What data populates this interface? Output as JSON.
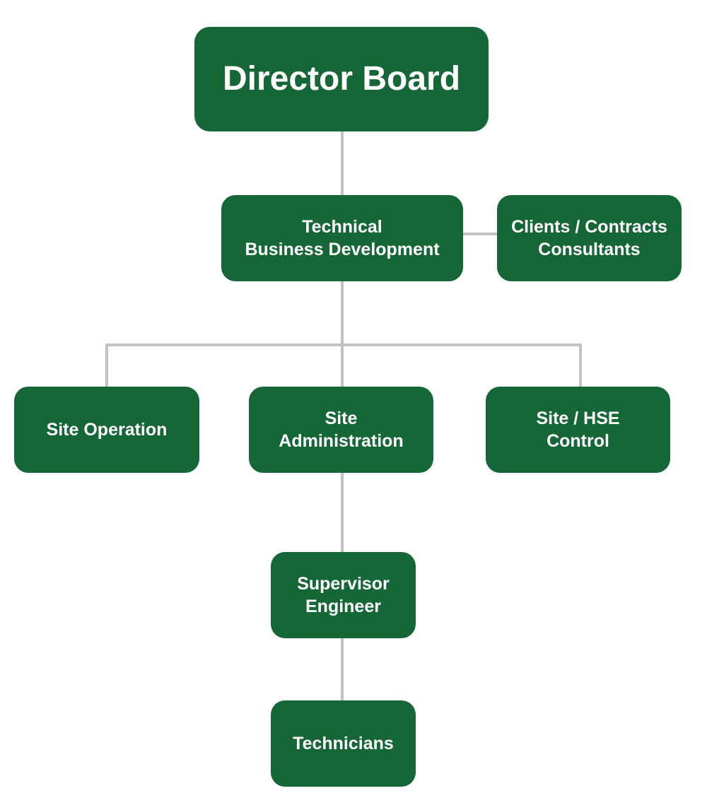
{
  "colors": {
    "node_fill": "#166737",
    "node_text": "#ffffff",
    "connector": "#c2c2c2"
  },
  "nodes": {
    "director": {
      "lines": [
        "Director Board"
      ]
    },
    "technical": {
      "lines": [
        "Technical",
        "Business Development"
      ]
    },
    "clients": {
      "lines": [
        "Clients / Contracts",
        "Consultants"
      ]
    },
    "site_operation": {
      "lines": [
        "Site Operation"
      ]
    },
    "site_administration": {
      "lines": [
        "Site",
        "Administration"
      ]
    },
    "site_hse": {
      "lines": [
        "Site / HSE",
        "Control"
      ]
    },
    "supervisor": {
      "lines": [
        "Supervisor",
        "Engineer"
      ]
    },
    "technicians": {
      "lines": [
        "Technicians"
      ]
    }
  }
}
